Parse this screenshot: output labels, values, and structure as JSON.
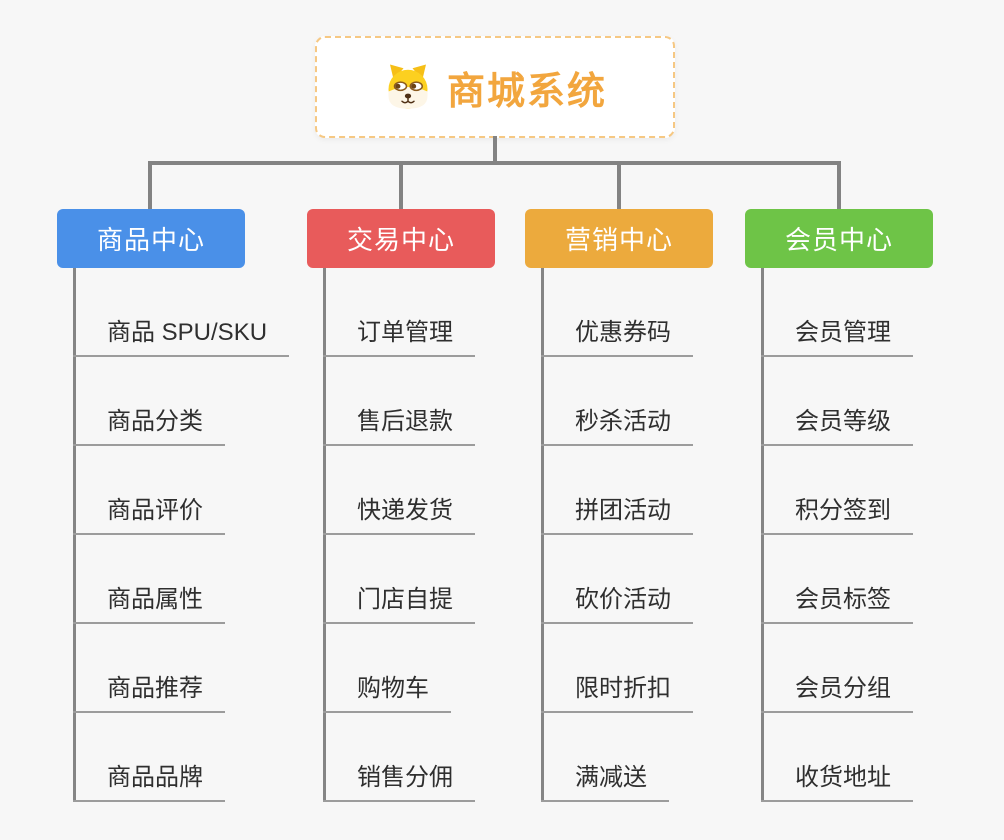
{
  "root": {
    "title": "商城系统",
    "icon": "shiba-dog-icon"
  },
  "branches": [
    {
      "label": "商品中心",
      "color": "#4a90e8",
      "items": [
        "商品 SPU/SKU",
        "商品分类",
        "商品评价",
        "商品属性",
        "商品推荐",
        "商品品牌"
      ]
    },
    {
      "label": "交易中心",
      "color": "#e85b5b",
      "items": [
        "订单管理",
        "售后退款",
        "快递发货",
        "门店自提",
        "购物车",
        "销售分佣"
      ]
    },
    {
      "label": "营销中心",
      "color": "#ecaa3d",
      "items": [
        "优惠券码",
        "秒杀活动",
        "拼团活动",
        "砍价活动",
        "限时折扣",
        "满减送"
      ]
    },
    {
      "label": "会员中心",
      "color": "#6ec447",
      "items": [
        "会员管理",
        "会员等级",
        "积分签到",
        "会员标签",
        "会员分组",
        "收货地址"
      ]
    }
  ],
  "colors": {
    "background": "#f7f7f7",
    "root_border": "#f6c883",
    "root_title": "#f2a63e",
    "connector": "#838383",
    "underline": "#9c9c9c",
    "item_text": "#2f2f2f"
  }
}
